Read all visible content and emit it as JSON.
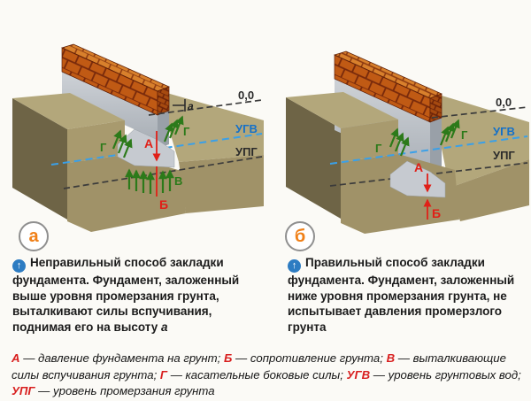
{
  "panels": [
    {
      "circle_label": "а",
      "levels": {
        "zero": "0,0",
        "ugv": "УГВ",
        "upg": "УПГ"
      },
      "marks": {
        "A": "А",
        "B": "Б",
        "V": "В",
        "G_left": "Г",
        "G_right": "Г",
        "dim": "а"
      },
      "description": {
        "icon": "↑",
        "text": "Неправильный способ закладки фундамента. Фундамент, заложенный выше уровня промерзания грунта, выталкивают силы вспучивания, поднимая его на высоту ",
        "dim": "а"
      }
    },
    {
      "circle_label": "б",
      "levels": {
        "zero": "0,0",
        "ugv": "УГВ",
        "upg": "УПГ"
      },
      "marks": {
        "A": "А",
        "B": "Б",
        "G_left": "Г",
        "G_right": "Г"
      },
      "description": {
        "icon": "↑",
        "text": "Правильный способ закладки фундамента. Фундамент, заложенный ниже уровня промерзания грунта, не испытывает давления промерзлого грунта"
      }
    }
  ],
  "legend": {
    "items": [
      {
        "term": "А",
        "def": " — давление фундамента на грунт; "
      },
      {
        "term": "Б",
        "def": " — сопротивление грунта; "
      },
      {
        "term": "В",
        "def": " — выталкивающие силы вспучивания грунта; "
      },
      {
        "term": "Г",
        "def": " — касательные боковые силы; "
      },
      {
        "term": "УГВ",
        "def": " — уровень грунтовых вод; "
      },
      {
        "term": "УПГ",
        "def": " — уровень промерзания грунта"
      }
    ]
  },
  "colors": {
    "background": "#fbfaf6",
    "soil_top": "#b3a77b",
    "soil_front": "#a09268",
    "soil_side": "#6e6446",
    "brick": "#c05a14",
    "mortar": "#77290b",
    "concrete": "#bfc4ca",
    "groundwater_line": "#3aa0e8",
    "frost_line": "#3b3b3b",
    "force_red": "#e02018",
    "force_green": "#2c7a1a",
    "badge_letter": "#f08018",
    "legend_term_red": "#d81e1e",
    "caption_icon_blue": "#2d7cc2"
  }
}
